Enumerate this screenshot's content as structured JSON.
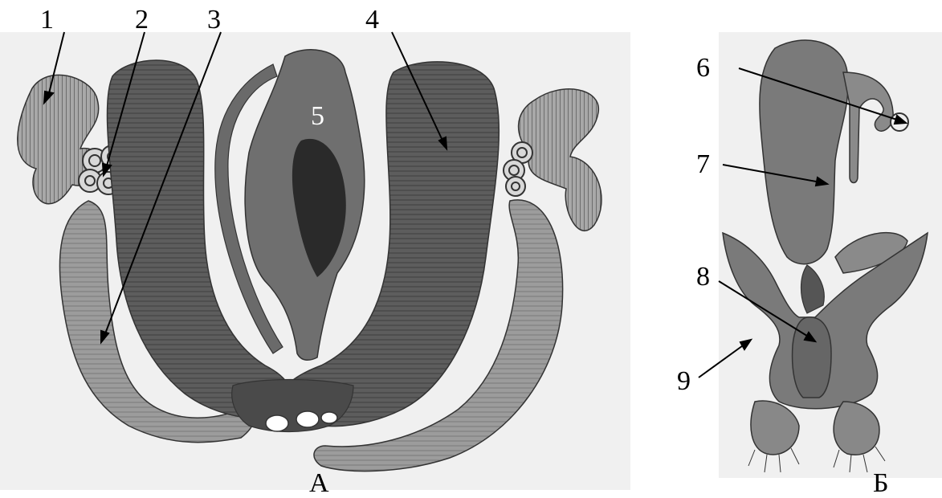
{
  "figure": {
    "panel_a": {
      "letter": "А",
      "labels": [
        "1",
        "2",
        "3",
        "4",
        "5"
      ]
    },
    "panel_b": {
      "letter": "Б",
      "labels": [
        "6",
        "7",
        "8",
        "9"
      ]
    }
  },
  "colors": {
    "dark_tissue": "#5a5a5a",
    "light_tissue": "#9a9a9a",
    "background_wash": "#eeeeee",
    "line": "#000000"
  }
}
